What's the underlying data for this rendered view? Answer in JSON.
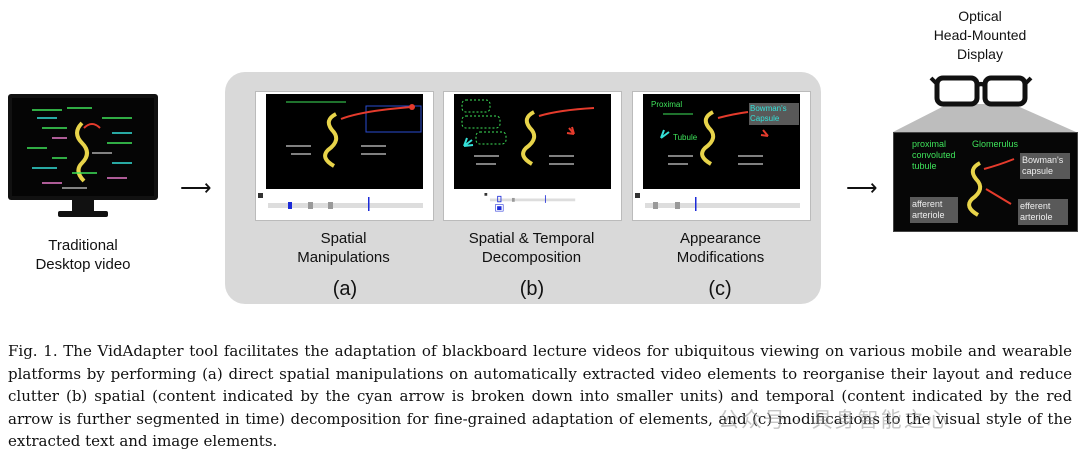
{
  "desktop": {
    "label_line1": "Traditional",
    "label_line2": "Desktop video"
  },
  "panels": [
    {
      "label_line1": "Spatial",
      "label_line2": "Manipulations",
      "letter": "(a)"
    },
    {
      "label_line1": "Spatial & Temporal",
      "label_line2": "Decomposition",
      "letter": "(b)"
    },
    {
      "label_line1": "Appearance",
      "label_line2": "Modifications",
      "letter": "(c)"
    }
  ],
  "hmd": {
    "title_line1": "Optical",
    "title_line2": "Head-Mounted",
    "title_line3": "Display",
    "labels": {
      "proximal": "proximal convoluted tubule",
      "glomerulus": "Glomerulus",
      "bowmans": "Bowman's capsule",
      "afferent": "afferent arteriole",
      "efferent": "efferent arteriole"
    }
  },
  "thumb_c_labels": {
    "proximal": "Proximal",
    "tubule": "Tubule",
    "bowmans": "Bowman's Capsule"
  },
  "caption": "Fig. 1.  The VidAdapter tool facilitates the adaptation of blackboard lecture videos for ubiquitous viewing on various mobile and wearable platforms by performing (a) direct spatial manipulations on automatically extracted video elements to reorganise their layout and reduce clutter (b) spatial (content indicated by the cyan arrow is broken down into smaller units) and temporal (content indicated by the red arrow is further segmented in time) decomposition for fine-grained adaptation of elements, and (c) modifications to the visual style of the extracted text and image elements.",
  "watermark": "公众号 · 具身智能之心",
  "colors": {
    "panel": "#d9d9d9",
    "tube": "#e8d44a",
    "cyan": "#34e0d8",
    "red": "#e53b2c",
    "green": "#3ee35a"
  }
}
